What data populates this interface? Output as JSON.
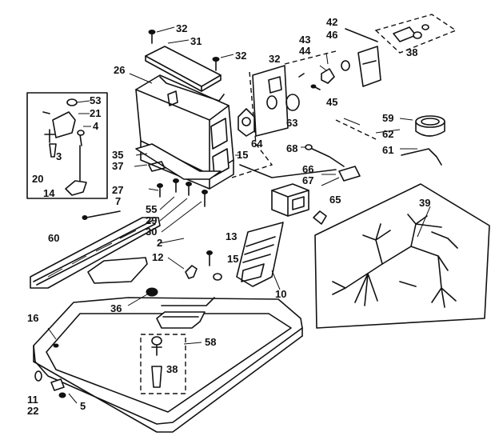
{
  "diagram": {
    "labels": {
      "p2": "2",
      "p3": "3",
      "p4": "4",
      "p5": "5",
      "p7": "7",
      "p10": "10",
      "p11": "11",
      "p12": "12",
      "p13": "13",
      "p14": "14",
      "p15a": "15",
      "p15b": "15",
      "p16": "16",
      "p20": "20",
      "p21": "21",
      "p22": "22",
      "p26": "26",
      "p27": "27",
      "p29": "29",
      "p30": "30",
      "p31": "31",
      "p32a": "32",
      "p32b": "32",
      "p32c": "32",
      "p35": "35",
      "p36": "36",
      "p37": "37",
      "p38a": "38",
      "p38b": "38",
      "p39": "39",
      "p42": "42",
      "p43": "43",
      "p44": "44",
      "p45": "45",
      "p46": "46",
      "p53": "53",
      "p55": "55",
      "p58": "58",
      "p59": "59",
      "p60": "60",
      "p61": "61",
      "p62": "62",
      "p63": "63",
      "p64": "64",
      "p65": "65",
      "p66": "66",
      "p67": "67",
      "p68": "68"
    }
  }
}
